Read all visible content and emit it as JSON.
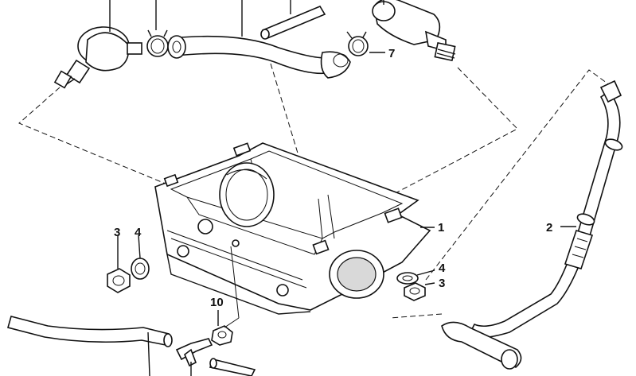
{
  "diagram": {
    "callouts": [
      {
        "id": "c1",
        "text": "1"
      },
      {
        "id": "c2",
        "text": "2"
      },
      {
        "id": "c3a",
        "text": "3"
      },
      {
        "id": "c4a",
        "text": "4"
      },
      {
        "id": "c4b",
        "text": "4"
      },
      {
        "id": "c3b",
        "text": "3"
      },
      {
        "id": "c7",
        "text": "7"
      },
      {
        "id": "c10",
        "text": "10"
      }
    ]
  }
}
